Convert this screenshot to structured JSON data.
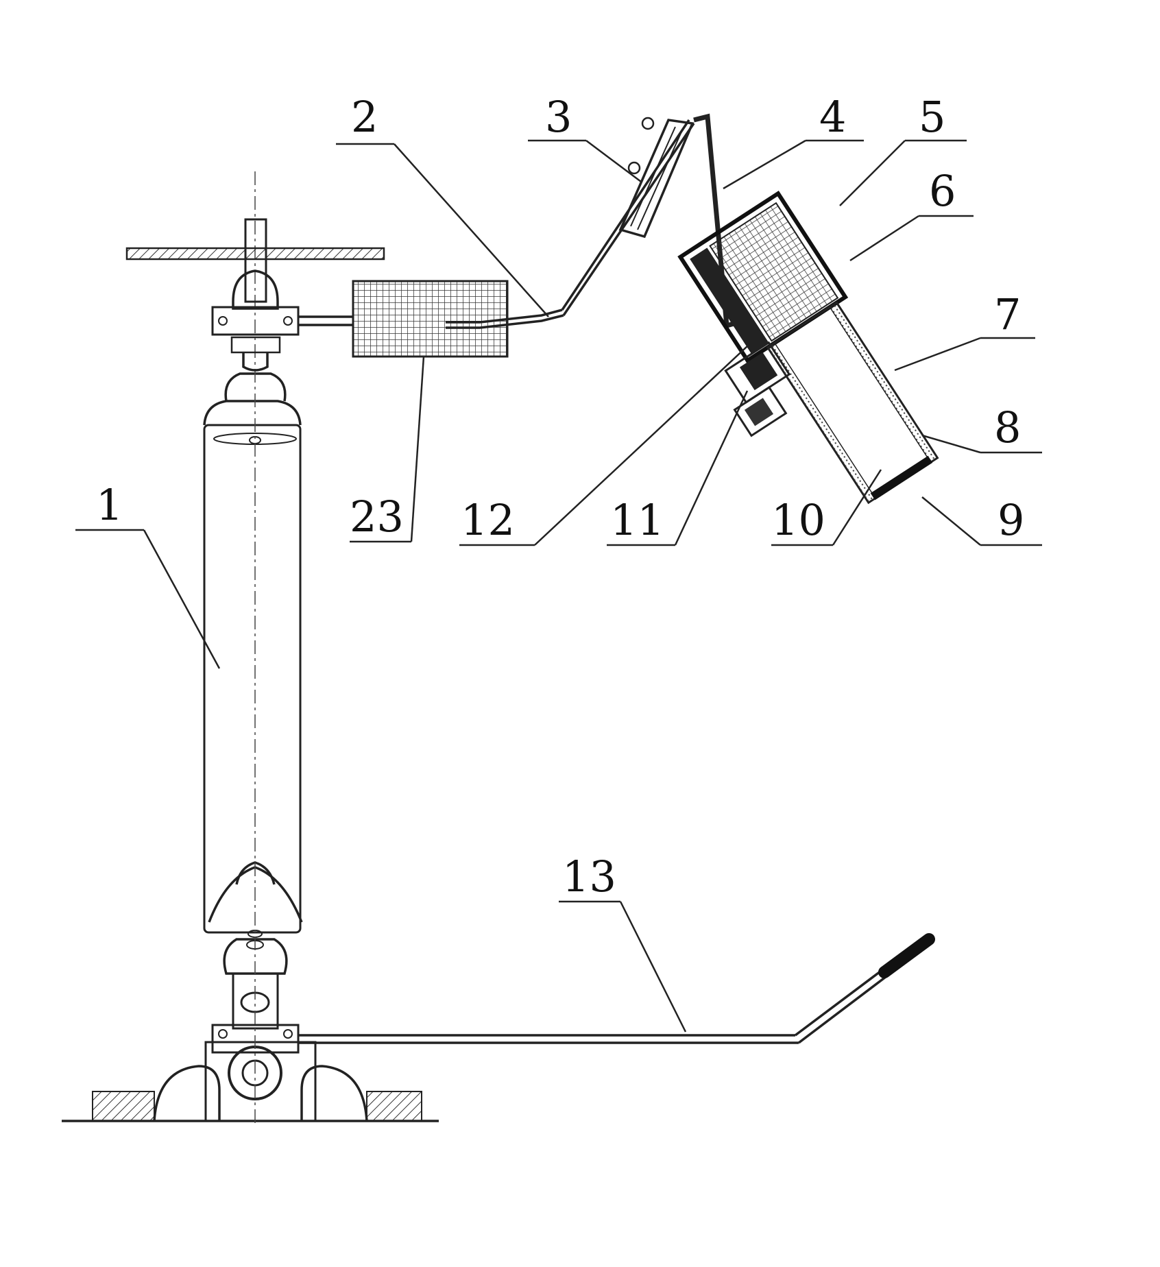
{
  "figure": {
    "labels": {
      "ref_1": "1",
      "ref_2": "2",
      "ref_3": "3",
      "ref_4": "4",
      "ref_5": "5",
      "ref_6": "6",
      "ref_7": "7",
      "ref_8": "8",
      "ref_9": "9",
      "ref_10": "10",
      "ref_11": "11",
      "ref_12": "12",
      "ref_13": "13",
      "ref_23": "23"
    }
  }
}
